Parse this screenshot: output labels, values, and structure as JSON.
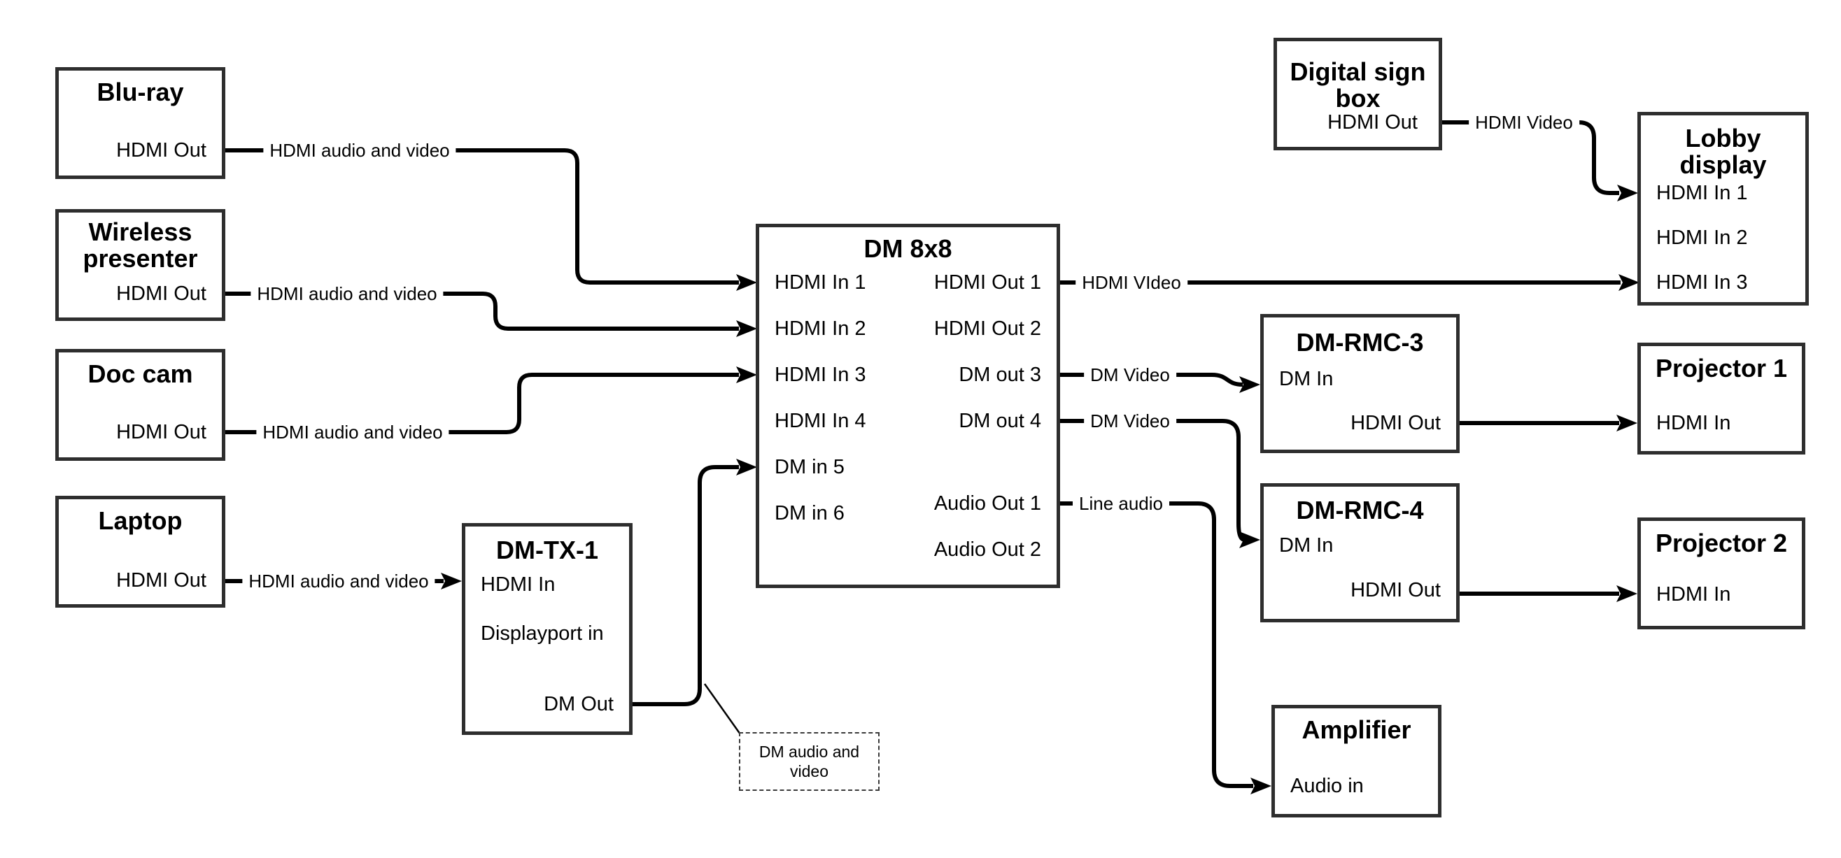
{
  "nodes": {
    "bluray": {
      "title": "Blu-ray",
      "port_hdmi_out": "HDMI Out"
    },
    "wireless": {
      "title_line1": "Wireless",
      "title_line2": "presenter",
      "port_hdmi_out": "HDMI Out"
    },
    "doccam": {
      "title": "Doc cam",
      "port_hdmi_out": "HDMI Out"
    },
    "laptop": {
      "title": "Laptop",
      "port_hdmi_out": "HDMI Out"
    },
    "dmtx1": {
      "title": "DM-TX-1",
      "port_hdmi_in": "HDMI In",
      "port_dp_in": "Displayport in",
      "port_dm_out": "DM Out"
    },
    "dm8x8": {
      "title": "DM 8x8",
      "in1": "HDMI In 1",
      "in2": "HDMI In 2",
      "in3": "HDMI In 3",
      "in4": "HDMI In 4",
      "in5": "DM in 5",
      "in6": "DM in 6",
      "out1": "HDMI Out 1",
      "out2": "HDMI Out 2",
      "out3": "DM out 3",
      "out4": "DM out 4",
      "aout1": "Audio Out 1",
      "aout2": "Audio Out 2"
    },
    "digitalsign": {
      "title_line1": "Digital sign",
      "title_line2": "box",
      "port_hdmi_out": "HDMI Out"
    },
    "lobby": {
      "title_line1": "Lobby",
      "title_line2": "display",
      "in1": "HDMI In 1",
      "in2": "HDMI In 2",
      "in3": "HDMI In 3"
    },
    "rmc3": {
      "title": "DM-RMC-3",
      "port_dm_in": "DM In",
      "port_hdmi_out": "HDMI Out"
    },
    "proj1": {
      "title": "Projector 1",
      "port_hdmi_in": "HDMI In"
    },
    "rmc4": {
      "title": "DM-RMC-4",
      "port_dm_in": "DM In",
      "port_hdmi_out": "HDMI Out"
    },
    "proj2": {
      "title": "Projector 2",
      "port_hdmi_in": "HDMI In"
    },
    "amplifier": {
      "title": "Amplifier",
      "port_audio_in": "Audio in"
    }
  },
  "wire_labels": {
    "bluray_feed": "HDMI audio and video",
    "wireless_feed": "HDMI audio and video",
    "doccam_feed": "HDMI audio and video",
    "laptop_feed": "HDMI audio and video",
    "out1_feed": "HDMI VIdeo",
    "out3_feed": "DM Video",
    "out4_feed": "DM Video",
    "audio_feed": "Line audio",
    "sign_feed": "HDMI Video"
  },
  "annotation": {
    "line1": "DM audio and",
    "line2": "video"
  },
  "colors": {
    "background": "#ffffff",
    "box_border": "#2e2e2e",
    "wire": "#000000",
    "text": "#000000"
  }
}
